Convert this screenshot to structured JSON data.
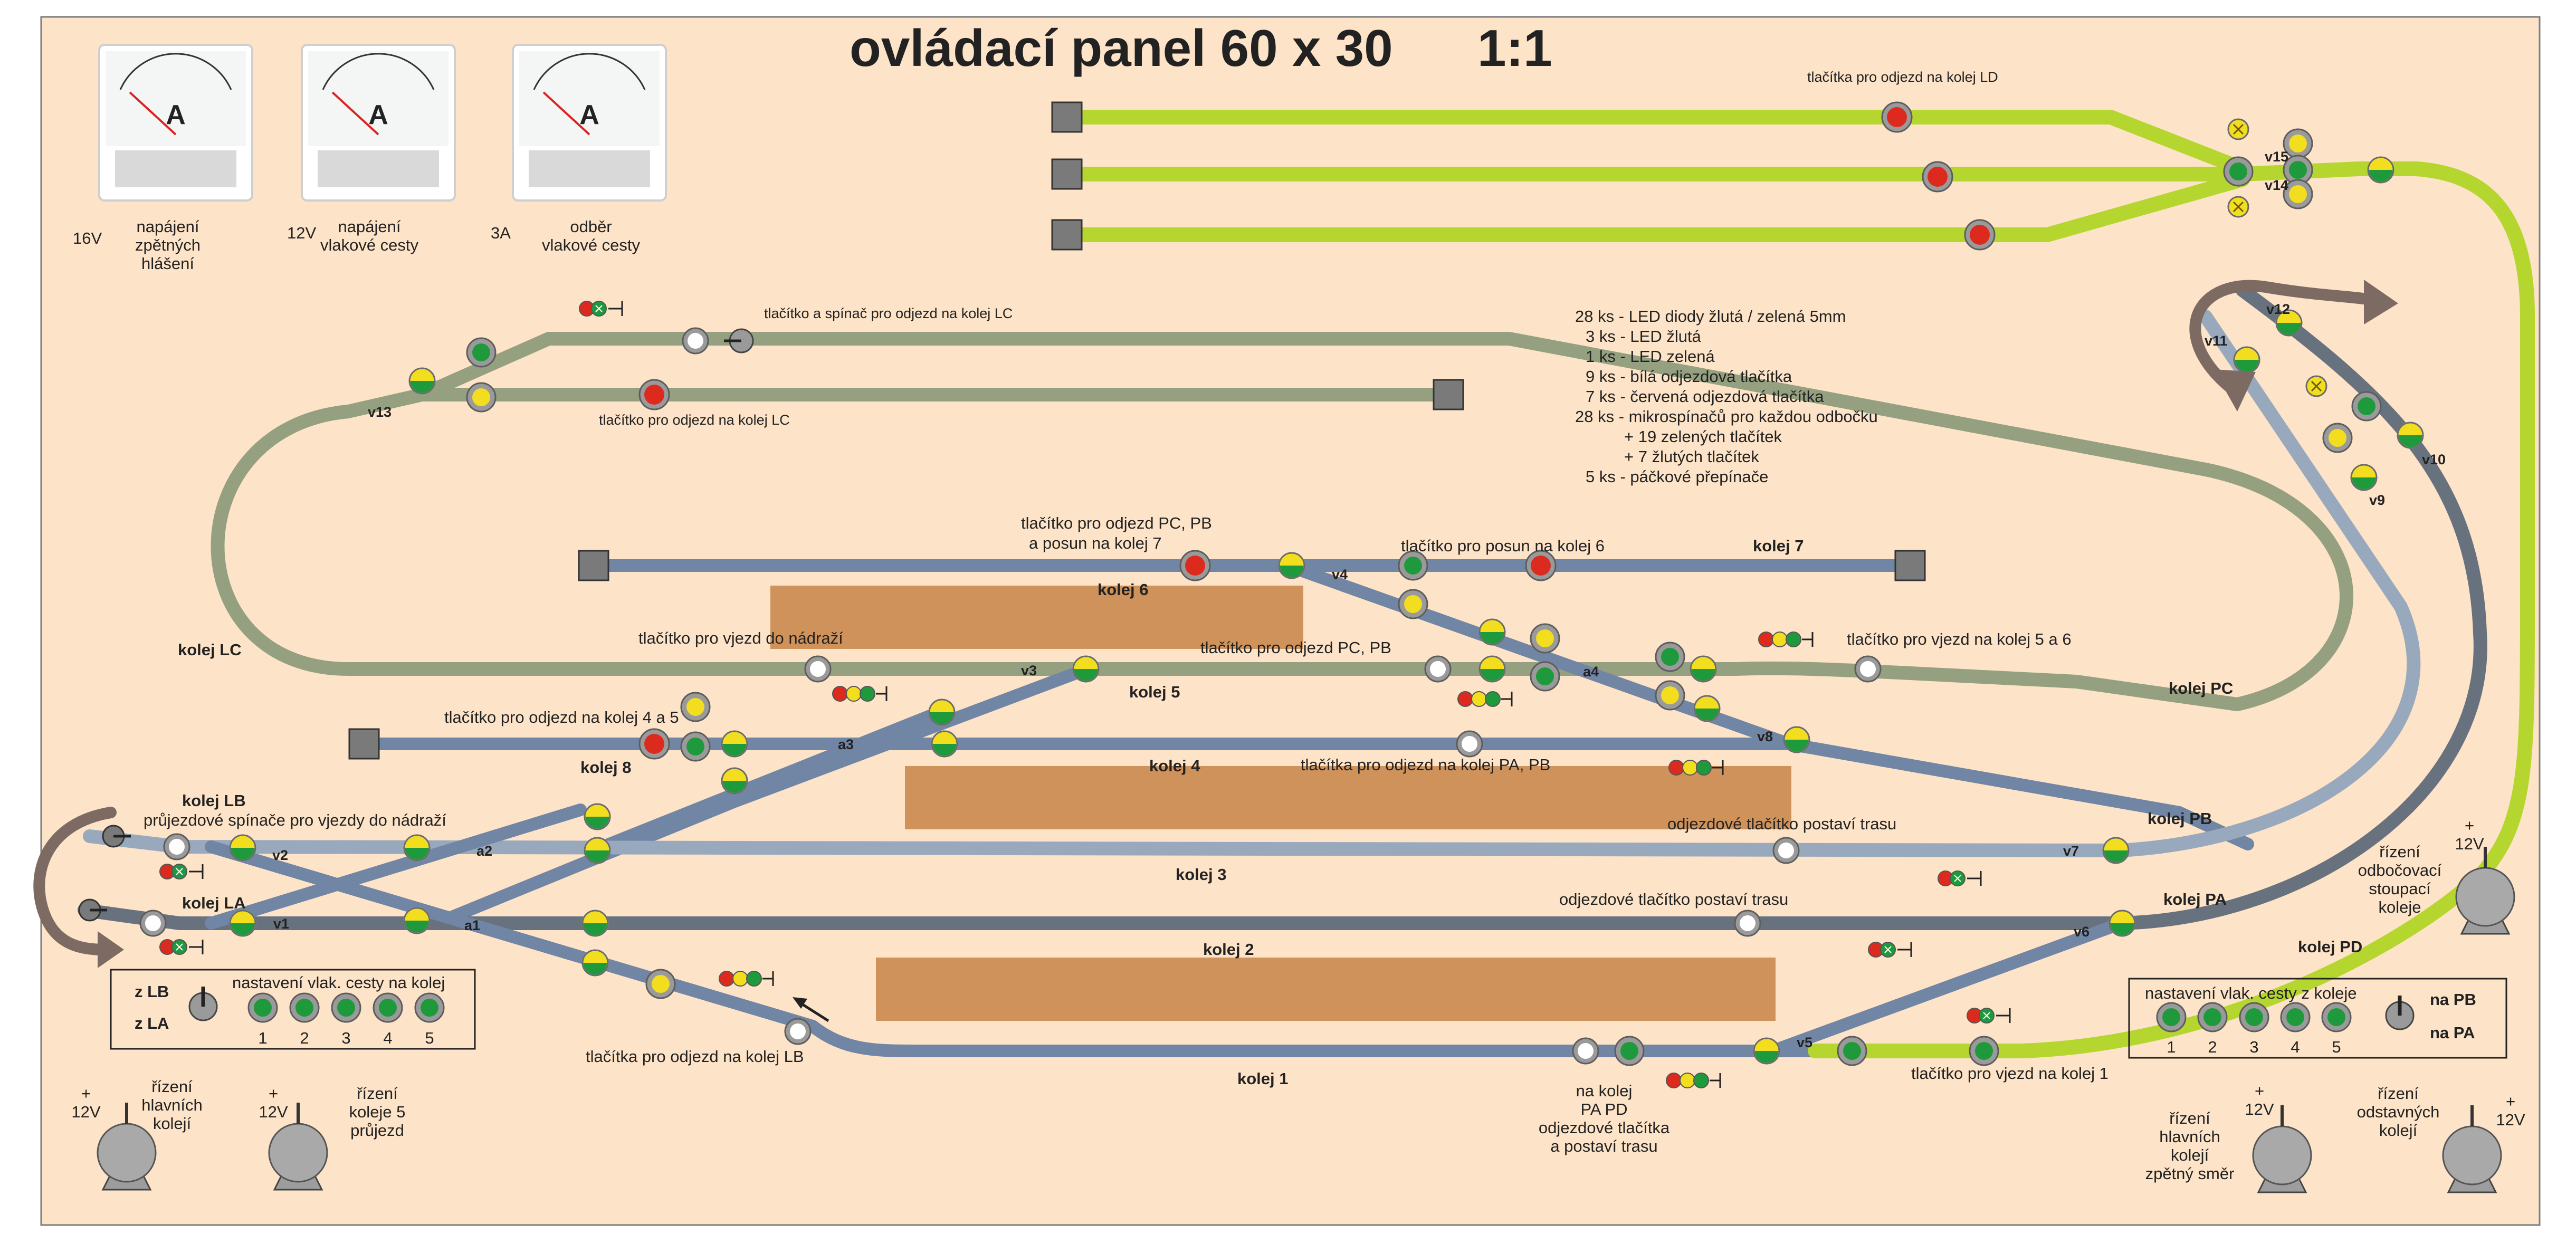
{
  "title": {
    "name": "ovládací panel 60 x 30",
    "scale": "1:1"
  },
  "colors": {
    "background": "#fde3c7",
    "track_ld": "#b5d62f",
    "track_lc": "#94a07f",
    "track_station": "#7185a4",
    "track_pb": "#99a9bd",
    "track_pa": "#68727e",
    "platform": "#d0925b",
    "led_green": "#1e9a3c",
    "led_yellow": "#f2dd1f",
    "led_red": "#dd2a1f"
  },
  "meters": [
    {
      "dial": "A",
      "voltage": "16V",
      "caption_1": "napájení",
      "caption_2": "zpětných",
      "caption_3": "hlášení"
    },
    {
      "dial": "A",
      "voltage": "12V",
      "caption_1": "napájení",
      "caption_2": "vlakové cesty",
      "caption_3": ""
    },
    {
      "dial": "A",
      "voltage": "3A",
      "caption_1": "odběr",
      "caption_2": "vlakové cesty",
      "caption_3": ""
    }
  ],
  "legend": {
    "lines": [
      "28 ks - LED diody  žlutá / zelená 5mm",
      "3 ks - LED žlutá",
      "1 ks - LED zelená",
      "9 ks - bílá odjezdová tlačítka",
      "7 ks - červená odjezdová tlačítka",
      "28 ks - mikrospínačů pro každou odbočku",
      "+ 19 zelených tlačítek",
      "+   7 žlutých tlačítek",
      "5 ks - páčkové přepínače"
    ]
  },
  "tracks": {
    "kolej_1": "kolej 1",
    "kolej_2": "kolej 2",
    "kolej_3": "kolej 3",
    "kolej_4": "kolej 4",
    "kolej_5": "kolej 5",
    "kolej_6": "kolej 6",
    "kolej_7": "kolej 7",
    "kolej_8": "kolej 8",
    "kolej_lc": "kolej LC",
    "kolej_lb": "kolej LB",
    "kolej_la": "kolej LA",
    "kolej_pc": "kolej PC",
    "kolej_pb": "kolej PB",
    "kolej_pa": "kolej PA",
    "kolej_pd": "kolej PD"
  },
  "turnouts": {
    "v1": "v1",
    "v2": "v2",
    "v3": "v3",
    "v4": "v4",
    "v5": "v5",
    "v6": "v6",
    "v7": "v7",
    "v8": "v8",
    "v9": "v9",
    "v10": "v10",
    "v11": "v11",
    "v12": "v12",
    "v13": "v13",
    "v14": "v14",
    "v15": "v15",
    "a1": "a1",
    "a2": "a2",
    "a3": "a3",
    "a4": "a4"
  },
  "annotations": {
    "ld": "tlačítka pro odjezd na kolej LD",
    "lc_switch": "tlačítko a spínač pro odjezd na kolej LC",
    "lc_button": "tlačítko pro odjezd na kolej LC",
    "pc_pb_line1": "tlačítko pro odjezd PC, PB",
    "pc_pb_line2": "a posun na kolej 7",
    "posun_6": "tlačítko pro posun na kolej 6",
    "vjezd_nadrazi": "tlačítko pro vjezd do nádraží",
    "odjezd_pc_pb": "tlačítko pro odjezd PC, PB",
    "vjezd_5_6": "tlačítko pro vjezd na kolej 5 a 6",
    "odjezd_4_5": "tlačítko pro odjezd na kolej 4 a 5",
    "odjezd_pa_pb": "tlačítka pro odjezd na kolej PA, PB",
    "prujezdove": "průjezdové spínače pro vjezdy do nádraží",
    "odjezdove_pb": "odjezdové tlačítko postaví trasu",
    "odjezdove_pa": "odjezdové tlačítko postaví trasu",
    "odjezd_lb": "tlačítka pro odjezd na kolej LB",
    "vjezd_1": "tlačítko pro vjezd na kolej 1",
    "kolej1_note_1": "na kolej",
    "kolej1_note_2": "PA     PD",
    "kolej1_note_3": "odjezdové tlačítka",
    "kolej1_note_4": "a postaví trasu"
  },
  "left_box": {
    "label_top": "z LB",
    "label_bottom": "z LA",
    "caption": "nastavení vlak. cesty na kolej",
    "numbers": [
      "1",
      "2",
      "3",
      "4",
      "5"
    ]
  },
  "right_box": {
    "caption": "nastavení vlak. cesty z koleje",
    "label_top": "na PB",
    "label_bottom": "na PA",
    "numbers": [
      "1",
      "2",
      "3",
      "4",
      "5"
    ]
  },
  "knobs": [
    {
      "voltage": "12V",
      "caption_1": "řízení",
      "caption_2": "hlavních",
      "caption_3": "kolejí",
      "caption_4": ""
    },
    {
      "voltage": "12V",
      "caption_1": "řízení",
      "caption_2": "koleje 5",
      "caption_3": "průjezd",
      "caption_4": ""
    },
    {
      "voltage": "12V",
      "caption_1": "řízení",
      "caption_2": "hlavních",
      "caption_3": "kolejí",
      "caption_4": "zpětný směr"
    },
    {
      "voltage": "12V",
      "caption_1": "řízení",
      "caption_2": "odstavných",
      "caption_3": "kolejí",
      "caption_4": ""
    },
    {
      "voltage": "12V",
      "caption_1": "řízení",
      "caption_2": "odbočovací",
      "caption_3": "stoupací",
      "caption_4": "koleje"
    }
  ]
}
